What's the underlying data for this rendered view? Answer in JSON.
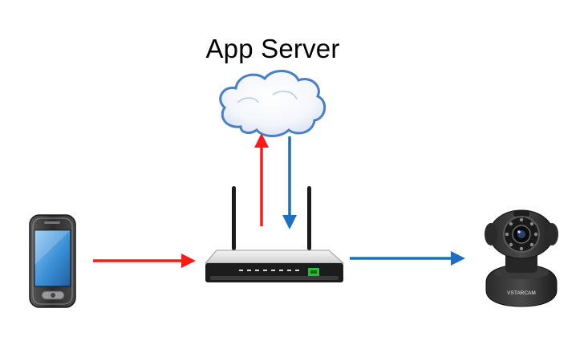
{
  "diagram": {
    "title": "App Server",
    "nodes": [
      {
        "id": "phone",
        "icon": "smartphone-icon"
      },
      {
        "id": "router",
        "icon": "wifi-router-icon"
      },
      {
        "id": "server",
        "icon": "cloud-icon"
      },
      {
        "id": "camera",
        "icon": "ip-camera-icon",
        "brand_text": "VSTARCAM"
      }
    ],
    "edges": [
      {
        "from": "phone",
        "to": "router",
        "color": "#ff1a1a"
      },
      {
        "from": "router",
        "to": "server",
        "color": "#ff1a1a"
      },
      {
        "from": "server",
        "to": "router",
        "color": "#1f6fc0"
      },
      {
        "from": "router",
        "to": "camera",
        "color": "#1f6fc0"
      }
    ]
  },
  "colors": {
    "request": "#ff1a1a",
    "response": "#1f6fc0",
    "cloud_outline": "#4a7fc7"
  }
}
